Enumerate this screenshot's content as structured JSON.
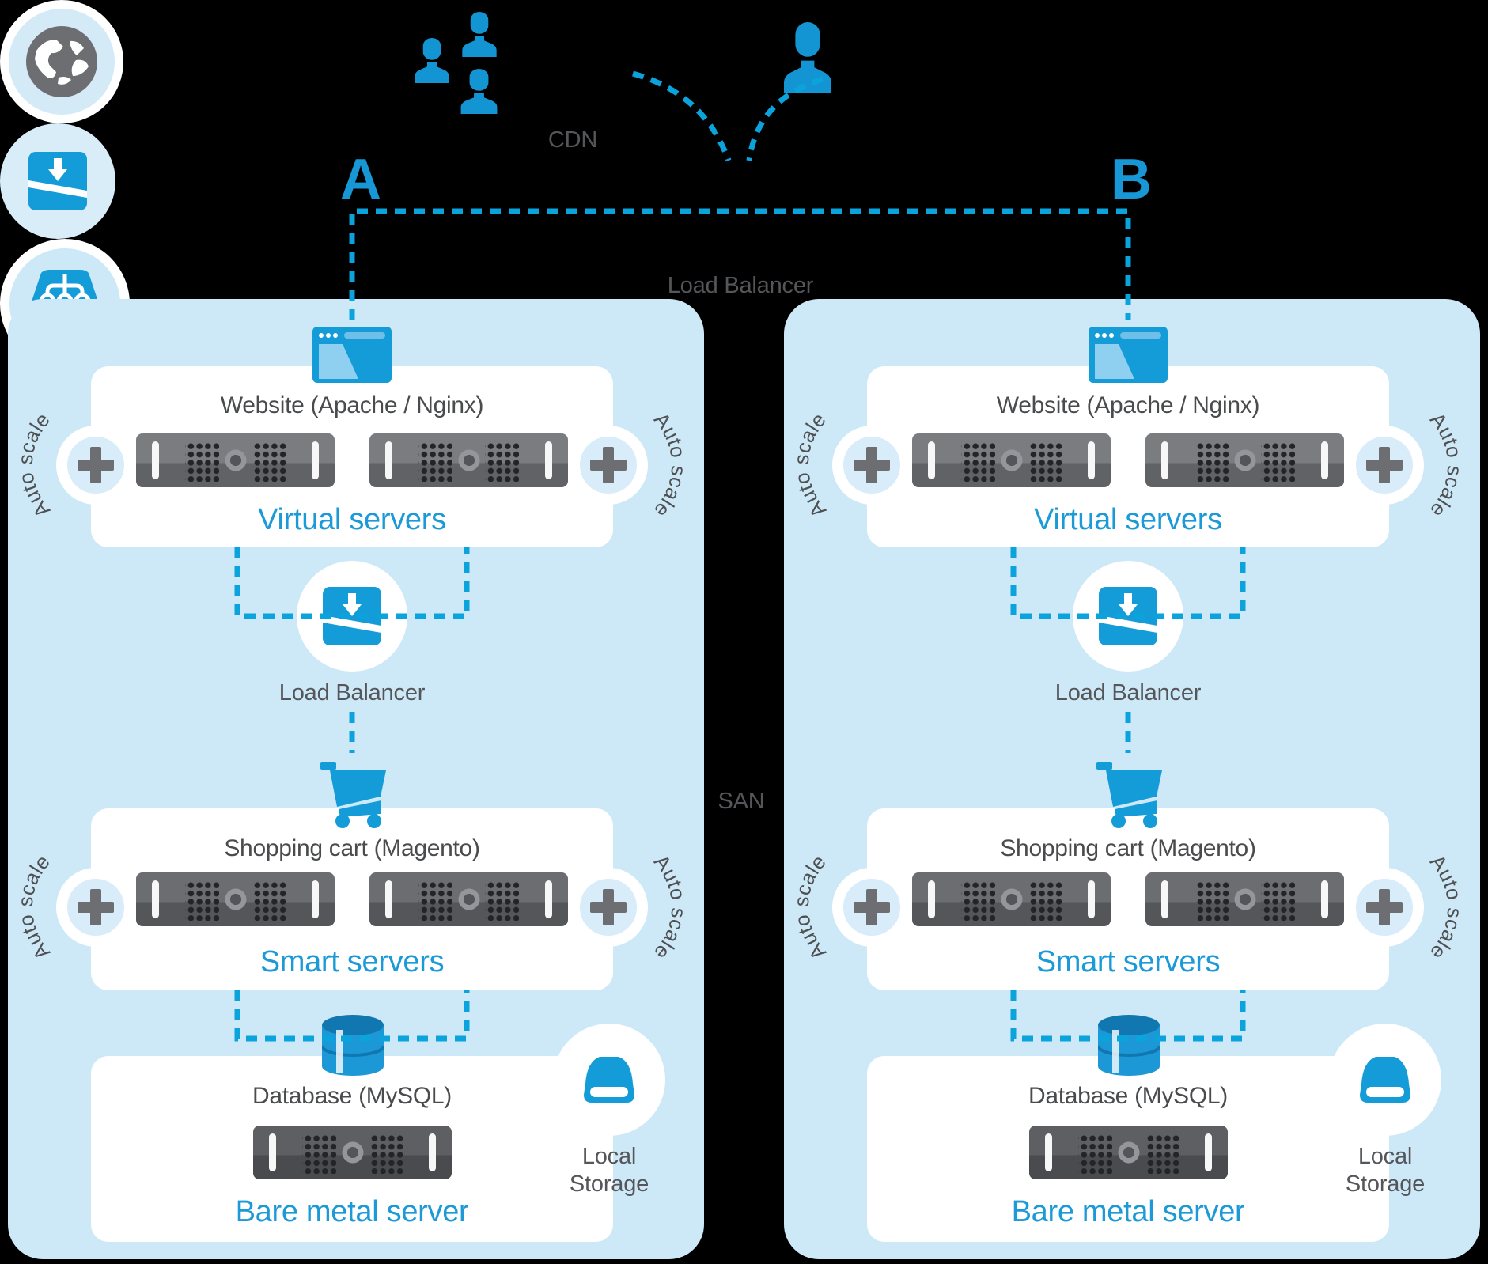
{
  "colors": {
    "background": "#000000",
    "panel_blue": "#cde8f7",
    "icon_blue": "#149cd8",
    "dash_blue": "#0aa3dc",
    "text_blue": "#1b9ad7",
    "text_gray": "#4a4b4d",
    "label_gray": "#545659",
    "globe_gray": "#6d6e71"
  },
  "top": {
    "cdn_label": "CDN",
    "load_balancer_label": "Load Balancer",
    "branch_a_label": "A",
    "branch_b_label": "B",
    "san_label": "SAN"
  },
  "panels": [
    {
      "branch": "A",
      "auto_scale_label": "Auto scale",
      "website": {
        "title": "Website (Apache / Nginx)",
        "servers_label": "Virtual servers",
        "server_count": 2
      },
      "load_balancer_label": "Load Balancer",
      "shopping_cart": {
        "title": "Shopping cart (Magento)",
        "servers_label": "Smart servers",
        "server_count": 2
      },
      "database": {
        "title": "Database (MySQL)",
        "servers_label": "Bare metal server",
        "server_count": 1
      },
      "local_storage": {
        "line1": "Local",
        "line2": "Storage"
      }
    },
    {
      "branch": "B",
      "auto_scale_label": "Auto scale",
      "website": {
        "title": "Website (Apache / Nginx)",
        "servers_label": "Virtual servers",
        "server_count": 2
      },
      "load_balancer_label": "Load Balancer",
      "shopping_cart": {
        "title": "Shopping cart (Magento)",
        "servers_label": "Smart servers",
        "server_count": 2
      },
      "database": {
        "title": "Database (MySQL)",
        "servers_label": "Bare metal server",
        "server_count": 1
      },
      "local_storage": {
        "line1": "Local",
        "line2": "Storage"
      }
    }
  ]
}
